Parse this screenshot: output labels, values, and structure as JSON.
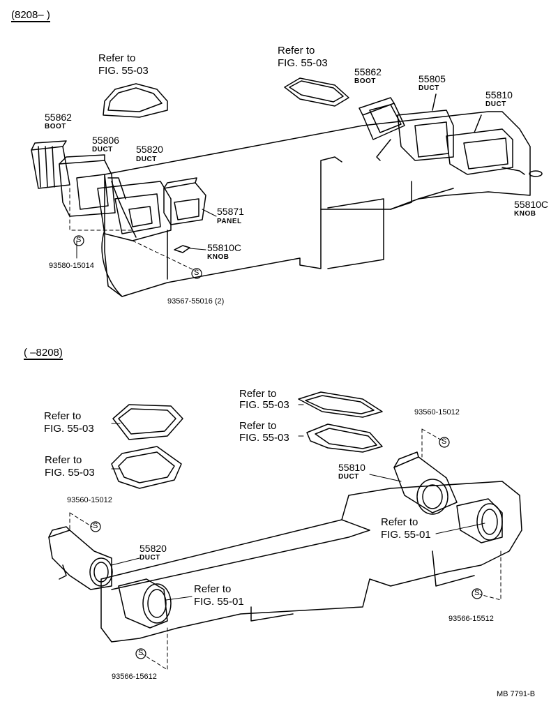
{
  "marks": {
    "s": "S"
  },
  "upper": {
    "header": "(8208–        )",
    "refer_tl": {
      "line1": "Refer to",
      "line2": "FIG. 55-03"
    },
    "refer_tr": {
      "line1": "Refer to",
      "line2": "FIG. 55-03"
    },
    "boot_left": {
      "num": "55862",
      "name": "BOOT"
    },
    "duct_55806": {
      "num": "55806",
      "name": "DUCT"
    },
    "duct_55820": {
      "num": "55820",
      "name": "DUCT"
    },
    "panel": {
      "num": "55871",
      "name": "PANEL"
    },
    "knob_left": {
      "num": "55810C",
      "name": "KNOB"
    },
    "clip_a": "93580-15014",
    "clip_b": "93567-55016 (2)",
    "boot_right": {
      "num": "55862",
      "name": "BOOT"
    },
    "duct_55805": {
      "num": "55805",
      "name": "DUCT"
    },
    "duct_55810": {
      "num": "55810",
      "name": "DUCT"
    },
    "knob_right": {
      "num": "55810C",
      "name": "KNOB"
    }
  },
  "lower": {
    "header": "(        –8208)",
    "refer_l1": {
      "line1": "Refer to",
      "line2": "FIG. 55-03"
    },
    "refer_l2": {
      "line1": "Refer to",
      "line2": "FIG. 55-03"
    },
    "refer_r1": {
      "line1": "Refer to",
      "line2": "FIG. 55-03"
    },
    "refer_r2": {
      "line1": "Refer to",
      "line2": "FIG. 55-03"
    },
    "clip_r": "93560-15012",
    "duct_55810": {
      "num": "55810",
      "name": "DUCT"
    },
    "clip_l": "93560-15012",
    "refer_fig1_r": {
      "line1": "Refer to",
      "line2": "FIG. 55-01"
    },
    "duct_55820": {
      "num": "55820",
      "name": "DUCT"
    },
    "refer_fig1_l": {
      "line1": "Refer to",
      "line2": "FIG. 55-01"
    },
    "clip_br": "93566-15512",
    "clip_bl": "93566-15612"
  },
  "figure_code": "MB  7791-B"
}
